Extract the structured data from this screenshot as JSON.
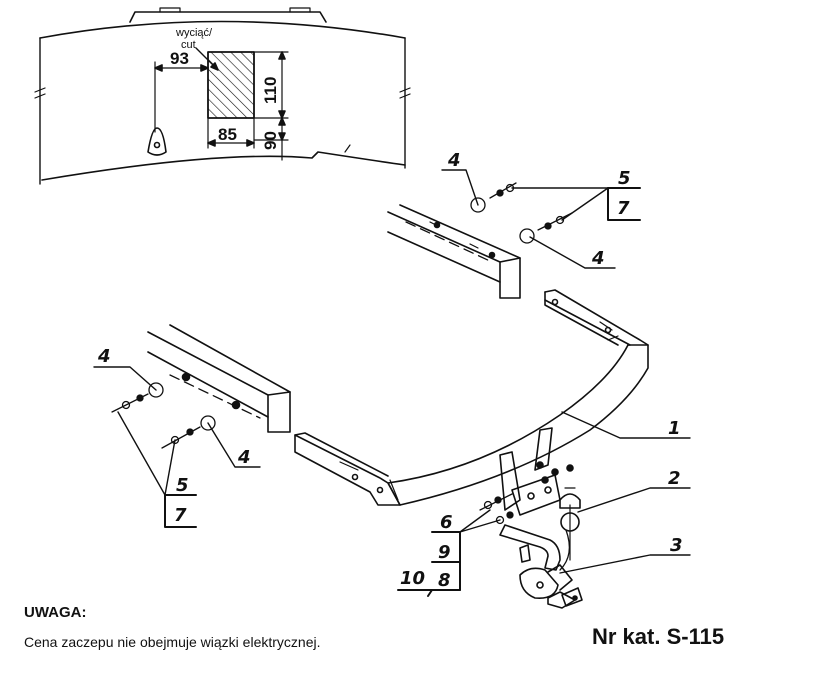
{
  "inset": {
    "cut_label_line1": "wyciąć/",
    "cut_label_line2": "cut",
    "dimensions": {
      "offset": "93",
      "cut_height": "110",
      "cut_width": "85",
      "lower_height": "90"
    }
  },
  "callouts": {
    "main_bar": "1",
    "ball": "2",
    "socket": "3",
    "plate_upper": "4",
    "plate_right": "4",
    "plate_left_upper": "4",
    "plate_left_lower": "4",
    "bolt_upper": "5",
    "nut_upper": "7",
    "bolt_left": "5",
    "nut_left": "7",
    "bolt_center": "6",
    "nut_center": "9",
    "washer_center": "10",
    "spring_center": "8"
  },
  "notes": {
    "warning_title": "UWAGA:",
    "warning_text": "Cena zaczepu nie obejmuje wiązki elektrycznej.",
    "catalog_number": "Nr kat. S-115"
  }
}
